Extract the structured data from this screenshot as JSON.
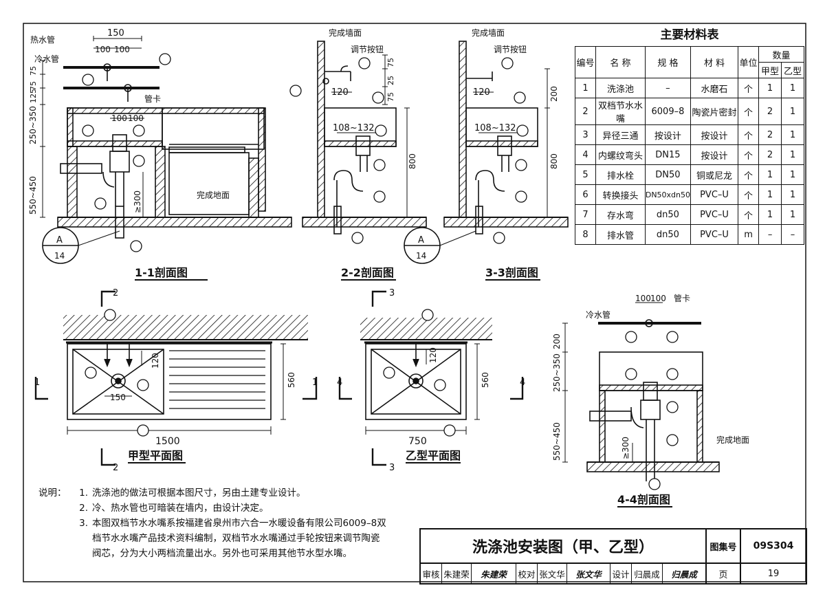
{
  "drawing": {
    "title": "洗涤池安装图（甲、乙型）",
    "atlas_no_label": "图集号",
    "atlas_no": "09S304",
    "page_label": "页",
    "page": "19",
    "signoff": [
      {
        "role": "审核",
        "name": "朱建荣",
        "signature": "朱建荣"
      },
      {
        "role": "校对",
        "name": "张文华",
        "signature": "张文华"
      },
      {
        "role": "设计",
        "name": "归晨成",
        "signature": "归晨成"
      }
    ]
  },
  "views": {
    "s11": {
      "caption": "1-1剖面图"
    },
    "s22": {
      "caption": "2-2剖面图"
    },
    "s33": {
      "caption": "3-3剖面图"
    },
    "s44": {
      "caption": "4-4剖面图"
    },
    "planA": {
      "caption": "甲型平面图"
    },
    "planB": {
      "caption": "乙型平面图"
    }
  },
  "labels": {
    "hot_pipe": "热水管",
    "cold_pipe": "冷水管",
    "pipe_clamp": "管卡",
    "finished_wall": "完成墙面",
    "adjust_knob": "调节按钮",
    "finished_floor": "完成地面",
    "detail_ref_top": "A",
    "detail_ref_bottom": "14"
  },
  "dims": {
    "d150": "150",
    "d100": "100",
    "d75": "75",
    "d125": "125",
    "d250_350": "250~350",
    "d550_450": "550~450",
    "d300": "≥300",
    "d120": "120",
    "d108_132": "108~132",
    "d800": "800",
    "d200": "200",
    "d25": "25",
    "d1500": "1500",
    "d750": "750",
    "d560": "560",
    "cut1": "1",
    "cut2": "2",
    "cut3": "3",
    "cut4": "4"
  },
  "materials": {
    "title": "主要材料表",
    "headers": {
      "no": "编号",
      "name": "名  称",
      "spec": "规  格",
      "material": "材  料",
      "unit": "单位",
      "qty": "数量",
      "qty_a": "甲型",
      "qty_b": "乙型"
    },
    "rows": [
      {
        "no": "1",
        "name": "洗涤池",
        "spec": "–",
        "material": "水磨石",
        "unit": "个",
        "a": "1",
        "b": "1"
      },
      {
        "no": "2",
        "name": "双档节水水嘴",
        "spec": "6009–8",
        "material": "陶瓷片密封",
        "unit": "个",
        "a": "2",
        "b": "1"
      },
      {
        "no": "3",
        "name": "异径三通",
        "spec": "按设计",
        "material": "按设计",
        "unit": "个",
        "a": "2",
        "b": "1"
      },
      {
        "no": "4",
        "name": "内螺纹弯头",
        "spec": "DN15",
        "material": "按设计",
        "unit": "个",
        "a": "2",
        "b": "1"
      },
      {
        "no": "5",
        "name": "排水栓",
        "spec": "DN50",
        "material": "铜或尼龙",
        "unit": "个",
        "a": "1",
        "b": "1"
      },
      {
        "no": "6",
        "name": "转换接头",
        "spec": "DN50xdn50",
        "material": "PVC–U",
        "unit": "个",
        "a": "1",
        "b": "1"
      },
      {
        "no": "7",
        "name": "存水弯",
        "spec": "dn50",
        "material": "PVC–U",
        "unit": "个",
        "a": "1",
        "b": "1"
      },
      {
        "no": "8",
        "name": "排水管",
        "spec": "dn50",
        "material": "PVC–U",
        "unit": "m",
        "a": "–",
        "b": "–"
      }
    ]
  },
  "notes": {
    "lead": "说明：",
    "items": [
      {
        "n": "1.",
        "text": "洗涤池的做法可根据本图尺寸，另由土建专业设计。"
      },
      {
        "n": "2.",
        "text": "冷、热水管也可暗装在墙内，由设计决定。"
      },
      {
        "n": "3.",
        "text": "本图双档节水水嘴系按福建省泉州市六合一水暖设备有限公司6009–8双档节水水嘴产品技术资料编制，双档节水水嘴通过手轮按钮来调节陶瓷阀芯，分为大小两档流量出水。另外也可采用其他节水型水嘴。"
      }
    ]
  }
}
